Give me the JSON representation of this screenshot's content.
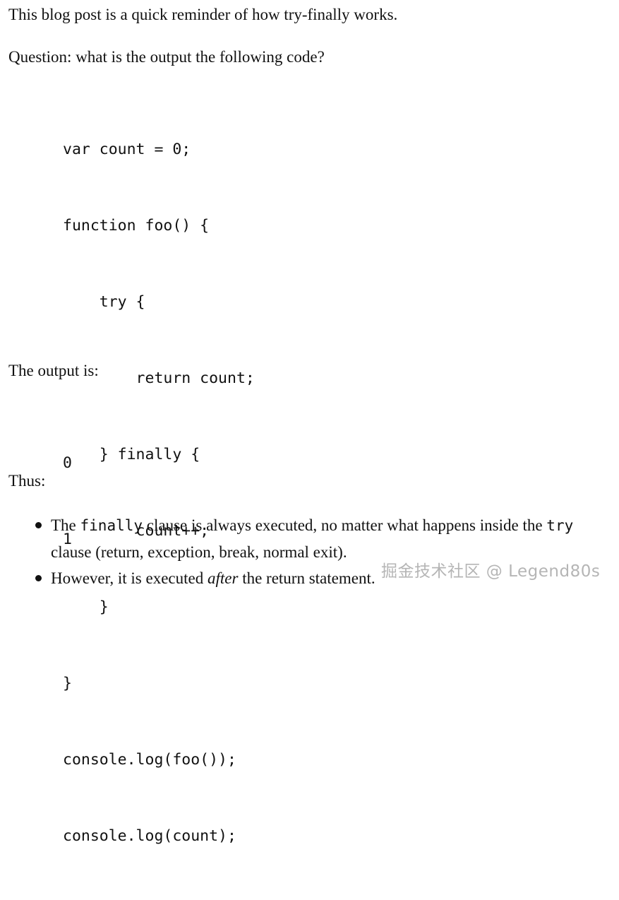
{
  "intro": "This blog post is a quick reminder of how try-finally works.",
  "question": "Question: what is the output the following code?",
  "code_lines": [
    "var count = 0;",
    "function foo() {",
    "    try {",
    "        return count;",
    "    } finally {",
    "        count++;",
    "    }",
    "}",
    "console.log(foo());",
    "console.log(count);"
  ],
  "output_label": "The output is:",
  "output_lines": [
    "0",
    "1"
  ],
  "thus_label": "Thus:",
  "bullet1": {
    "pre": "The ",
    "code1": "finally",
    "mid": " clause is always executed, no matter what happens inside the ",
    "code2": "try",
    "post": " clause (return, exception, break, normal exit)."
  },
  "bullet2": {
    "pre": "However, it is executed ",
    "em": "after",
    "post": " the return statement."
  },
  "watermark": "掘金技术社区 @ Legend80s"
}
